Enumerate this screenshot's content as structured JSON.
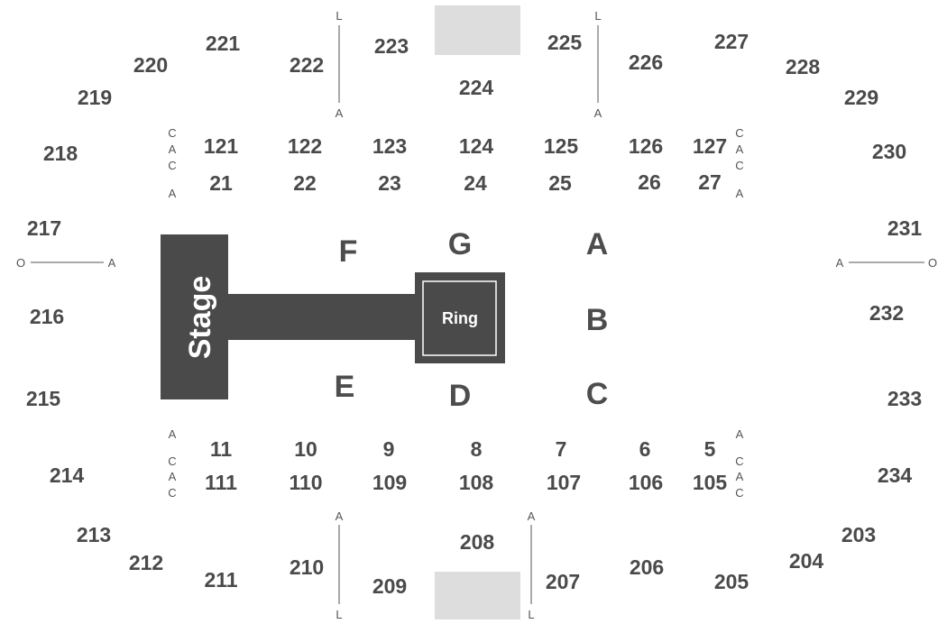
{
  "colors": {
    "stage": "#4a4a4a",
    "section_text": "#4a4a4a",
    "gray_box": "#dddddd",
    "line": "#555555"
  },
  "stage_label": "Stage",
  "ring_label": "Ring",
  "floor_sections": [
    "F",
    "G",
    "A",
    "B",
    "C",
    "D",
    "E"
  ],
  "upper_sections": [
    "219",
    "220",
    "221",
    "222",
    "223",
    "224",
    "225",
    "226",
    "227",
    "228",
    "229",
    "218",
    "230",
    "217",
    "231",
    "216",
    "232",
    "215",
    "233",
    "214",
    "234",
    "213",
    "212",
    "211",
    "210",
    "209",
    "208",
    "207",
    "206",
    "205",
    "204",
    "203"
  ],
  "lower_sections": [
    "121",
    "122",
    "123",
    "124",
    "125",
    "126",
    "127",
    "21",
    "22",
    "23",
    "24",
    "25",
    "26",
    "27",
    "11",
    "10",
    "9",
    "8",
    "7",
    "6",
    "5",
    "111",
    "110",
    "109",
    "108",
    "107",
    "106",
    "105"
  ],
  "markers": {
    "L": "L",
    "A": "A",
    "C": "C",
    "O": "O"
  }
}
